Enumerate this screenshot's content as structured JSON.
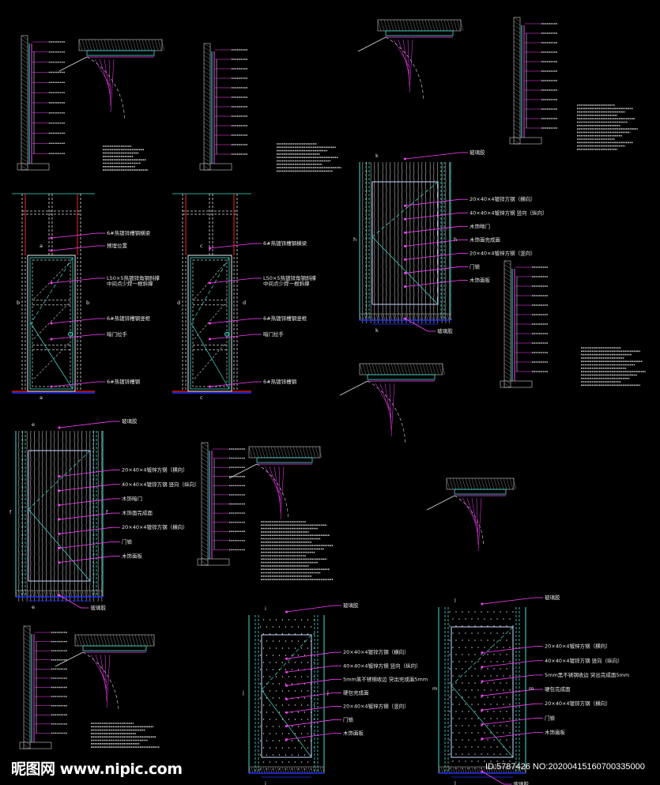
{
  "colors": {
    "frame": "#40e0d0",
    "wall": "#ffffff",
    "leader": "#ff40ff",
    "red": "#ff2020",
    "blue": "#2030ff",
    "hatch": "#a0a0a0"
  },
  "steel_elevations": [
    {
      "labels": [
        "6#热镀锌槽钢横梁",
        "预埋位置",
        "L50×5热镀锌角钢斜撑",
        "中间点少焊一根斜撑",
        "6#热镀锌槽钢竖框",
        "暗门拉手",
        "6#热镀锌槽钢"
      ],
      "marks": [
        "b",
        "b",
        "a",
        "a"
      ]
    },
    {
      "labels": [
        "6#热镀锌槽钢横梁",
        "L50×5热镀锌角钢斜撑",
        "中间点少焊一根斜撑",
        "6#热镀锌槽钢竖框",
        "暗门拉手",
        "6#热镀锌槽钢"
      ],
      "marks": [
        "d",
        "d",
        "c",
        "c"
      ]
    }
  ],
  "wood_doors": [
    {
      "labels": [
        "玻璃胶",
        "20×40×4镀锌方钢（横向）",
        "40×40×4镀锌方钢 竖向（纵向）",
        "木饰暗门",
        "木饰面完成面",
        "20×40×4镀锌方钢（竖向）",
        "门锁",
        "木饰面板",
        "玻璃胶"
      ],
      "marks": [
        "k",
        "h",
        "h",
        "k"
      ]
    },
    {
      "labels": [
        "玻璃胶",
        "20×40×4镀锌方钢（横向）",
        "40×40×4镀锌方钢 竖向（纵向）",
        "木饰暗门",
        "木饰面完成面",
        "20×40×4镀锌方钢（横向）",
        "门锁",
        "木饰面板",
        "玻璃胶"
      ],
      "marks": [
        "e",
        "f",
        "f",
        "e"
      ]
    },
    {
      "labels": [
        "玻璃胶",
        "20×40×4镀锌方钢（横向）",
        "40×40×4镀锌方钢 竖向（纵向）",
        "5mm黑不锈钢收边 突出完成面5mm",
        "硬包完成面",
        "20×40×4镀锌方钢（竖向）",
        "门锁",
        "木饰面板"
      ],
      "marks": [
        "i",
        "j",
        "j",
        "i"
      ]
    },
    {
      "labels": [
        "玻璃胶",
        "20×40×4镀锌方钢（横向）",
        "40×40×4镀锌方钢 竖向（纵向）",
        "5mm黑不锈钢收边 突出完成面5mm",
        "硬包完成面",
        "20×40×4镀锌方钢（横向）",
        "门锁",
        "木饰面板",
        "玻璃胶"
      ],
      "marks": [
        "l",
        "m",
        "m",
        "l"
      ]
    }
  ],
  "watermark": {
    "site": "昵图网 www.nipic.com",
    "id": "ID:5787426 NO:20200415160700335000"
  }
}
